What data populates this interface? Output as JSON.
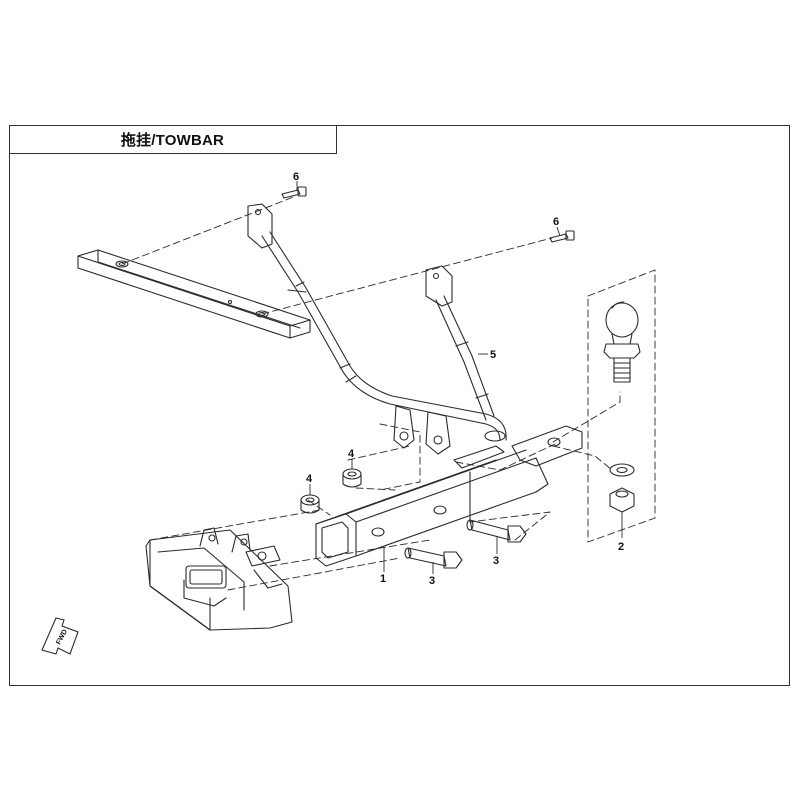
{
  "diagram": {
    "title": "拖挂/TOWBAR",
    "fwd_label": "FWD",
    "callouts": {
      "part1": "1",
      "part2": "2",
      "part3a": "3",
      "part3b": "3",
      "part4a": "4",
      "part4b": "4",
      "part5": "5",
      "part6a": "6",
      "part6b": "6"
    }
  },
  "colors": {
    "line": "#2b2b2b",
    "frame": "#333333",
    "background": "#ffffff"
  }
}
